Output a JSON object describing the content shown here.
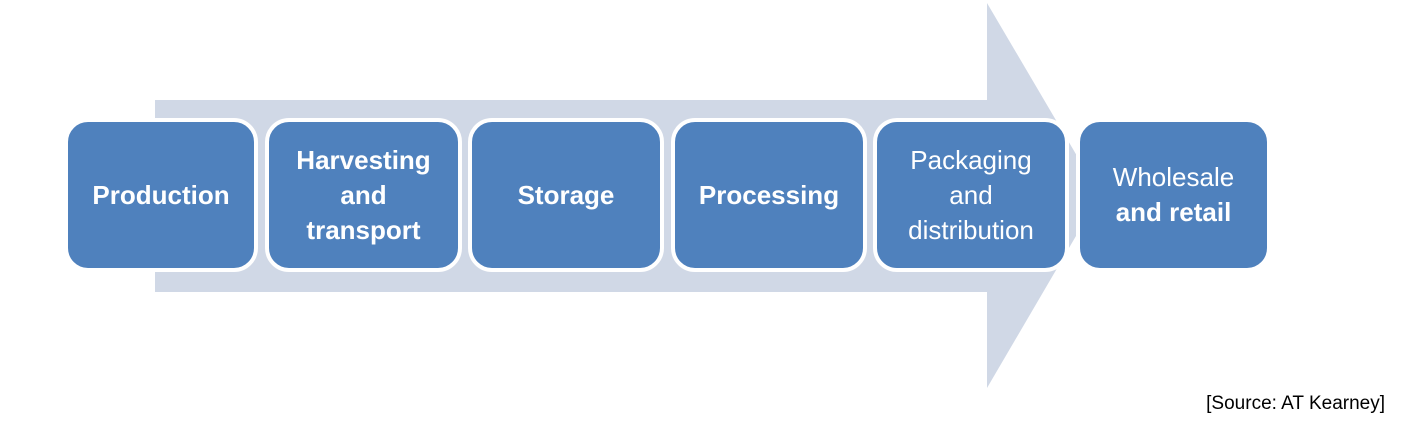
{
  "colors": {
    "arrow": "#d0d8e6",
    "box": "#4f81bd",
    "box_border": "#ffffff",
    "text": "#ffffff"
  },
  "steps": [
    {
      "lines": [
        {
          "text": "Production",
          "bold": true
        }
      ]
    },
    {
      "lines": [
        {
          "text": "Harvesting",
          "bold": true
        },
        {
          "text": "and",
          "bold": true
        },
        {
          "text": "transport",
          "bold": true
        }
      ]
    },
    {
      "lines": [
        {
          "text": "Storage",
          "bold": true
        }
      ]
    },
    {
      "lines": [
        {
          "text": "Processing",
          "bold": true
        }
      ]
    },
    {
      "lines": [
        {
          "text": "Packaging",
          "bold": false
        },
        {
          "text": "and",
          "bold": false
        },
        {
          "text": "distribution",
          "bold": false
        }
      ]
    },
    {
      "lines": [
        {
          "text": "Wholesale",
          "bold": false
        },
        {
          "text": "and retail",
          "bold": true
        }
      ]
    }
  ],
  "source": "[Source: AT Kearney]"
}
